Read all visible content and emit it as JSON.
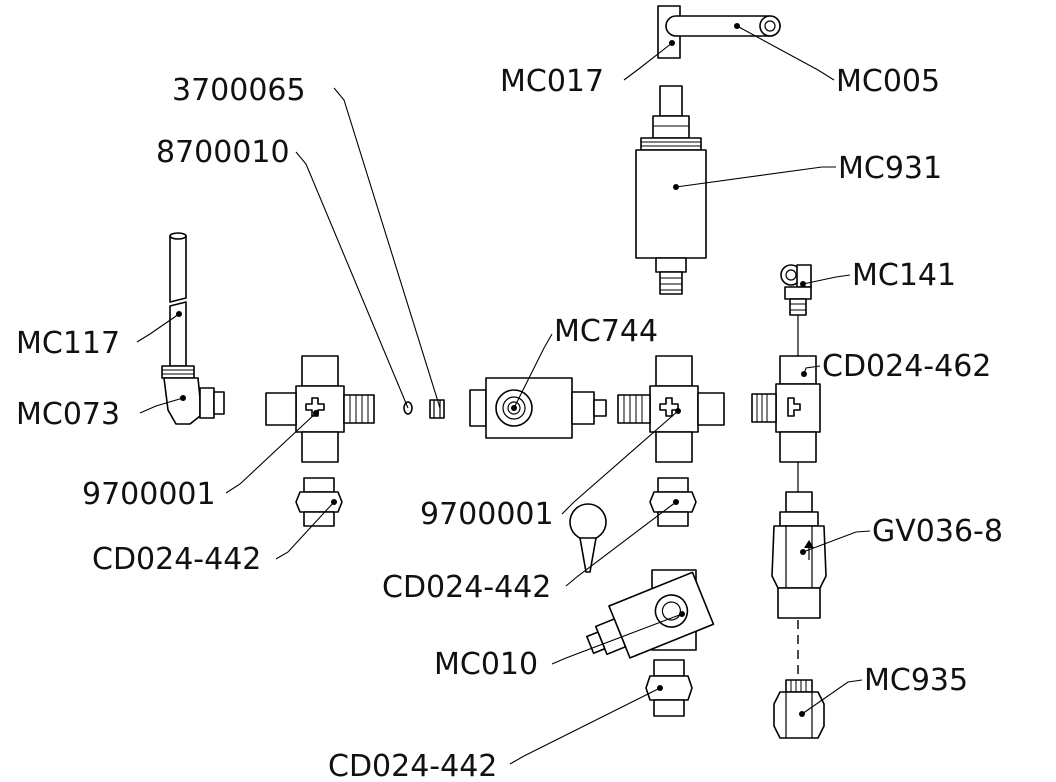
{
  "labels": {
    "mc017": "MC017",
    "mc005": "MC005",
    "p3700065": "3700065",
    "p8700010": "8700010",
    "mc931": "MC931",
    "mc141": "MC141",
    "mc117": "MC117",
    "mc744": "MC744",
    "cd024_462": "CD024-462",
    "mc073": "MC073",
    "p9700001_left": "9700001",
    "p9700001_mid": "9700001",
    "gv036_8": "GV036-8",
    "cd024_442_left": "CD024-442",
    "cd024_442_mid": "CD024-442",
    "mc010": "MC010",
    "mc935": "MC935",
    "cd024_442_bottom": "CD024-442"
  },
  "colors": {
    "line": "#000000",
    "background": "#ffffff",
    "text": "#111111"
  }
}
